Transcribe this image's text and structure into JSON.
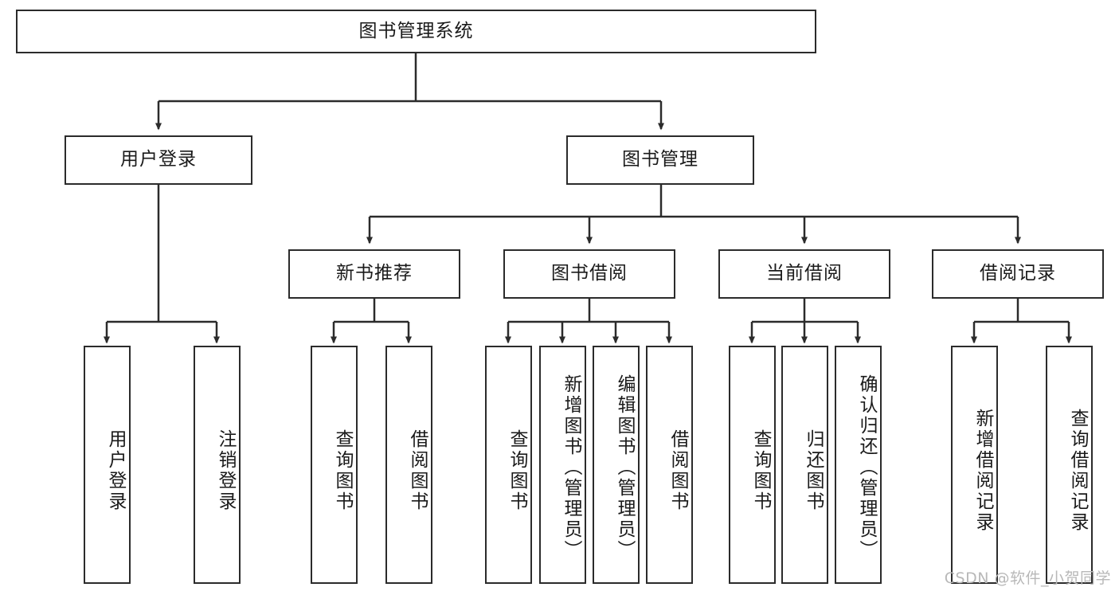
{
  "diagram": {
    "title_node": {
      "label": "图书管理系统"
    },
    "level1": [
      {
        "label": "用户登录"
      },
      {
        "label": "图书管理"
      }
    ],
    "level2": [
      {
        "label": "新书推荐"
      },
      {
        "label": "图书借阅"
      },
      {
        "label": "当前借阅"
      },
      {
        "label": "借阅记录"
      }
    ],
    "leaves": {
      "user_login": [
        {
          "label": "用户登录"
        },
        {
          "label": "注销登录"
        }
      ],
      "new_book_recommend": [
        {
          "label": "查询图书"
        },
        {
          "label": "借阅图书"
        }
      ],
      "book_borrow": [
        {
          "label": "查询图书"
        },
        {
          "label": "新增图书（管理员）"
        },
        {
          "label": "编辑图书（管理员）"
        },
        {
          "label": "借阅图书"
        }
      ],
      "current_borrow": [
        {
          "label": "查询图书"
        },
        {
          "label": "归还图书"
        },
        {
          "label": "确认归还（管理员）"
        }
      ],
      "borrow_record": [
        {
          "label": "新增借阅记录"
        },
        {
          "label": "查询借阅记录"
        }
      ]
    }
  },
  "watermark": {
    "text": "CSDN @软件_小贺同学"
  },
  "colors": {
    "stroke": "#2b2b2b",
    "background": "#ffffff",
    "text": "#1a1a1a",
    "watermark": "#b8b8b8"
  }
}
